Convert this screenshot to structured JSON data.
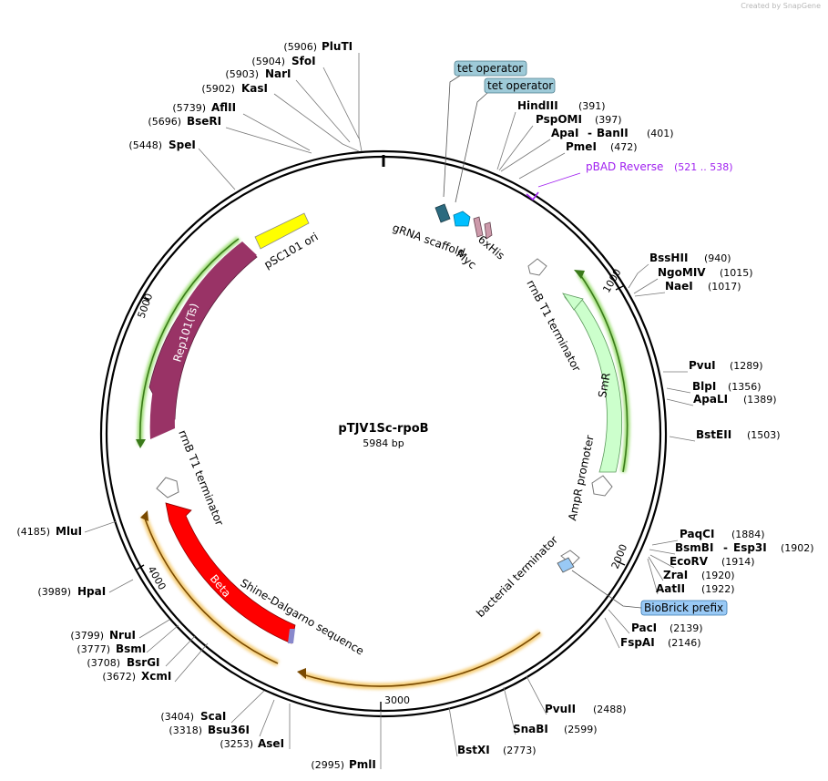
{
  "watermark": "Created by SnapGene",
  "title": "pTJV1Sc-rpoB",
  "subtitle": "5984 bp",
  "ticks": [
    "1000",
    "2000",
    "3000",
    "4000",
    "5000"
  ],
  "sites_top_left": [
    {
      "pos": "(5906)",
      "name": "PluTI"
    },
    {
      "pos": "(5904)",
      "name": "SfoI"
    },
    {
      "pos": "(5903)",
      "name": "NarI"
    },
    {
      "pos": "(5902)",
      "name": "KasI"
    },
    {
      "pos": "(5739)",
      "name": "AflII"
    },
    {
      "pos": "(5696)",
      "name": "BseRI"
    },
    {
      "pos": "(5448)",
      "name": "SpeI"
    }
  ],
  "sites_top_right": [
    {
      "name": "HindIII",
      "pos": "(391)"
    },
    {
      "name": "PspOMI",
      "pos": "(397)"
    },
    {
      "name": "ApaI",
      "sep": "-",
      "name2": "BanII",
      "pos": "(401)"
    },
    {
      "name": "PmeI",
      "pos": "(472)"
    }
  ],
  "sites_right": [
    {
      "name": "BssHII",
      "pos": "(940)"
    },
    {
      "name": "NgoMIV",
      "pos": "(1015)"
    },
    {
      "name": "NaeI",
      "pos": "(1017)"
    },
    {
      "name": "PvuI",
      "pos": "(1289)"
    },
    {
      "name": "BlpI",
      "pos": "(1356)"
    },
    {
      "name": "ApaLI",
      "pos": "(1389)"
    },
    {
      "name": "BstEII",
      "pos": "(1503)"
    }
  ],
  "sites_lower_right": [
    {
      "name": "PaqCI",
      "pos": "(1884)"
    },
    {
      "name": "BsmBI",
      "sep": "-",
      "name2": "Esp3I",
      "pos": "(1902)"
    },
    {
      "name": "EcoRV",
      "pos": "(1914)"
    },
    {
      "name": "ZraI",
      "pos": "(1920)"
    },
    {
      "name": "AatII",
      "pos": "(1922)"
    },
    {
      "name": "PacI",
      "pos": "(2139)"
    },
    {
      "name": "FspAI",
      "pos": "(2146)"
    },
    {
      "name": "PvuII",
      "pos": "(2488)"
    },
    {
      "name": "SnaBI",
      "pos": "(2599)"
    },
    {
      "name": "BstXI",
      "pos": "(2773)"
    }
  ],
  "sites_bottom_left": [
    {
      "pos": "(2995)",
      "name": "PmlI"
    },
    {
      "pos": "(3253)",
      "name": "AseI"
    },
    {
      "pos": "(3318)",
      "name": "Bsu36I"
    },
    {
      "pos": "(3404)",
      "name": "ScaI"
    }
  ],
  "sites_left": [
    {
      "pos": "(3672)",
      "name": "XcmI"
    },
    {
      "pos": "(3708)",
      "name": "BsrGI"
    },
    {
      "pos": "(3777)",
      "name": "BsmI"
    },
    {
      "pos": "(3799)",
      "name": "NruI"
    },
    {
      "pos": "(3989)",
      "name": "HpaI"
    },
    {
      "pos": "(4185)",
      "name": "MluI"
    }
  ],
  "boxes": {
    "tet1": "tet operator",
    "tet2": "tet operator",
    "biobrick": "BioBrick prefix"
  },
  "primer": {
    "name": "pBAD Reverse",
    "range": "(521 .. 538)"
  },
  "features": {
    "grna": "gRNA scaffold",
    "myc": "Myc",
    "his": "6xHis",
    "rrnb_right": "rrnB T1 terminator",
    "smr": "SmR",
    "ampr_promoter": "AmpR promoter",
    "bact_term": "bacterial terminator",
    "shine": "Shine-Dalgarno sequence",
    "beta": "Beta",
    "rrnb_left": "rrnB T1 terminator",
    "rep101": "Rep101(Ts)",
    "psc101": "pSC101 ori"
  },
  "colors": {
    "pSC101_ori": "#ffff00",
    "rep101": "#993366",
    "beta": "#ff0000",
    "smr": "#ccffcc",
    "myc": "#00bfff",
    "his": "#cc99aa",
    "scaffold": "#2b6a7f",
    "tet_box": "#9ecad8",
    "biobrick_box": "#99c9f5",
    "primer": "#a020f0",
    "green_arc": "#6abf3a",
    "orange_arc": "#f0b040"
  }
}
